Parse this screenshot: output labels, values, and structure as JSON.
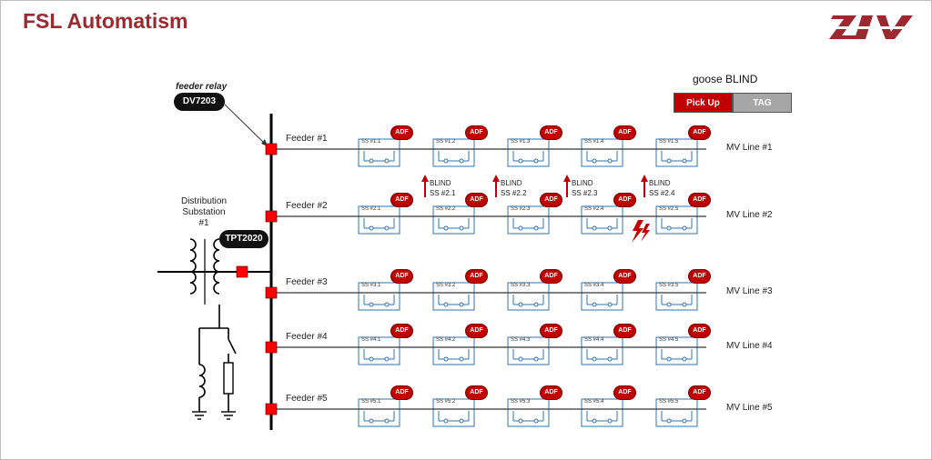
{
  "title": "FSL Automatism",
  "logo": {
    "text": "ZIV",
    "color": "#9b2a30"
  },
  "relay": {
    "caption": "feeder relay",
    "model": "DV7203"
  },
  "transformer": {
    "label": "TPT2020"
  },
  "substation": {
    "label_lines": [
      "Distribution",
      "Substation",
      "#1"
    ]
  },
  "legend": {
    "title": "goose BLIND",
    "pickup_label": "Pick Up",
    "tag_label": "TAG",
    "pickup_color": "#c00000",
    "tag_color": "#a6a6a6"
  },
  "adf_label": "ADF",
  "feeders": [
    {
      "label": "Feeder #1",
      "line_label": "MV Line #1",
      "substations": [
        "SS #1.1",
        "SS #1.2",
        "SS #1.3",
        "SS #1.4",
        "SS #1.5"
      ]
    },
    {
      "label": "Feeder #2",
      "line_label": "MV Line #2",
      "substations": [
        "SS #2.1",
        "SS #2.2",
        "SS #2.3",
        "SS #2.4",
        "SS #2.5"
      ]
    },
    {
      "label": "Feeder #3",
      "line_label": "MV Line #3",
      "substations": [
        "SS #3.1",
        "SS #3.2",
        "SS #3.3",
        "SS #3.4",
        "SS #3.5"
      ]
    },
    {
      "label": "Feeder #4",
      "line_label": "MV Line #4",
      "substations": [
        "SS #4.1",
        "SS #4.2",
        "SS #4.3",
        "SS #4.4",
        "SS #4.5"
      ]
    },
    {
      "label": "Feeder #5",
      "line_label": "MV Line #5",
      "substations": [
        "SS #5.1",
        "SS #5.2",
        "SS #5.3",
        "SS #5.4",
        "SS #5.5"
      ]
    }
  ],
  "blind_signals": [
    {
      "word": "BLIND",
      "target": "SS #2.1"
    },
    {
      "word": "BLIND",
      "target": "SS #2.2"
    },
    {
      "word": "BLIND",
      "target": "SS #2.3"
    },
    {
      "word": "BLIND",
      "target": "SS #2.4"
    }
  ],
  "colors": {
    "accent": "#c00000",
    "switch_box": "#2e75b6",
    "bus": "#000000",
    "breaker": "#ff0000"
  }
}
